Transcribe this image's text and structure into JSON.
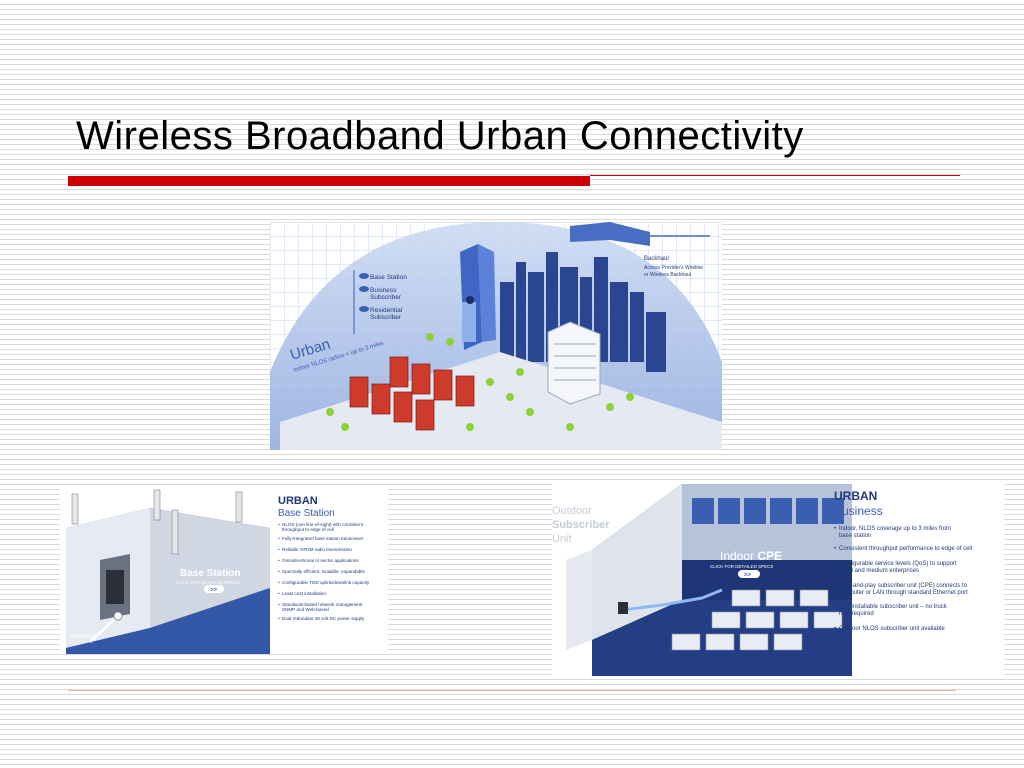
{
  "slide": {
    "title": "Wireless Broadband Urban Connectivity"
  },
  "urban_illustration": {
    "label": "Urban",
    "radius_text": "Indoor NLOS radius = up to 3 miles",
    "legend": [
      "Base Station",
      "Business",
      "Subscriber",
      "Residential",
      "Subscriber"
    ],
    "backhaul_title": "Backhaul",
    "backhaul_desc": [
      "Access Provider's Wireline",
      "or Wireless Backhaul"
    ]
  },
  "base_station_panel": {
    "heading": "URBAN",
    "subheading": "Base Station",
    "bullets": [
      "NLOS (non line-of-sight) with consistent",
      "throughput to edge of cell",
      "Fully-integrated base station transceiver",
      "Reliable OFDM radio transmission",
      "Omnidirectional or sector applications",
      "Spectrally efficient, scalable, expandable",
      "Configurable TDD uplink/downlink capacity",
      "Least cost installation",
      "Standards-based network management",
      "SNMP and Web-based",
      "Dual redundant 48 volt DC power supply"
    ],
    "callout_title": "Base Station",
    "callout_sub": "CLICK FOR DETAILED SPECS",
    "callout_arrow": ">>",
    "backhaul_label": "BACKHAUL"
  },
  "business_panel": {
    "heading": "URBAN",
    "subheading": "Business",
    "outdoor_label": [
      "Outdoor",
      "Subscriber",
      "Unit"
    ],
    "bullets": [
      "Indoor, NLOS coverage up to 3 miles from",
      "base station",
      "Consistent throughput performance to edge of cell",
      "Configurable service levels (QoS) to support",
      "small and medium enterprises",
      "Plug-and-play subscriber unit (CPE) connects to",
      "computer or LAN through standard Ethernet port",
      "Self-installable subscriber unit – no truck",
      "rolls required",
      "Outdoor NLOS subscriber unit available"
    ],
    "callout_title_a": "Indoor",
    "callout_title_b": "CPE",
    "callout_sub": "CLICK FOR DETAILED SPECS",
    "callout_arrow": ">>"
  },
  "colors": {
    "accent_red": "#cc0000",
    "brand_blue": "#3a5fb0",
    "navy": "#1f3a7a"
  }
}
